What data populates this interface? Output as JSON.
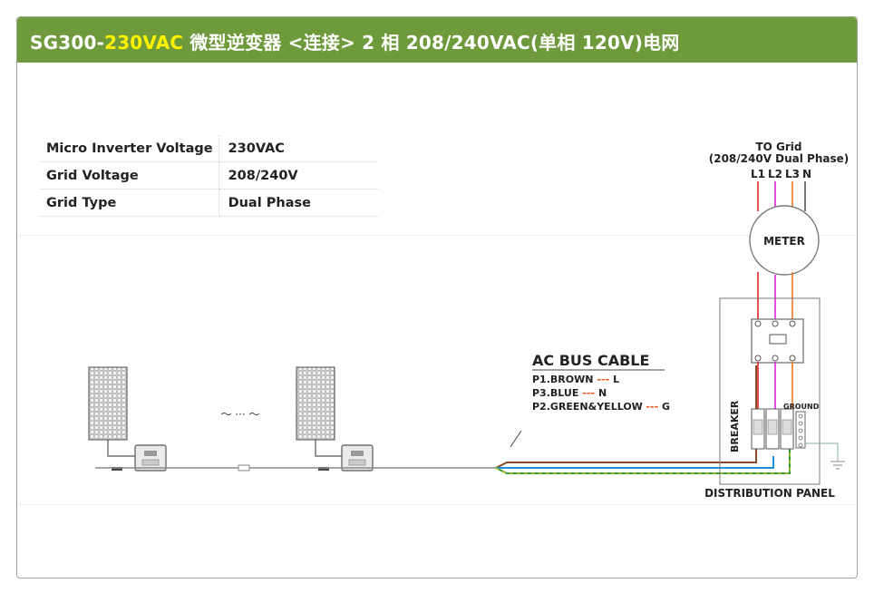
{
  "header": {
    "title_prefix": "SG300-",
    "title_highlight": "230VAC",
    "title_suffix": " 微型逆变器 <连接> 2 相 208/240VAC(单相 120V)电网"
  },
  "specs": [
    {
      "label": "Micro Inverter Voltage",
      "value": "230VAC"
    },
    {
      "label": "Grid  Voltage",
      "value": "208/240V"
    },
    {
      "label": "Grid Type",
      "value": "Dual Phase"
    }
  ],
  "grid": {
    "to_grid": "TO Grid",
    "phase_note": "(208/240V Dual Phase)",
    "lines": [
      "L1",
      "L2",
      "L3",
      "N"
    ]
  },
  "meter_label": "METER",
  "cable": {
    "title": "AC BUS CABLE",
    "rows": [
      {
        "pin": "P1.BROWN",
        "dash": "---",
        "term": "L"
      },
      {
        "pin": "P3.BLUE",
        "dash": "---",
        "term": "N"
      },
      {
        "pin": "P2.GREEN&YELLOW",
        "dash": "---",
        "term": "G"
      }
    ]
  },
  "panel": {
    "breaker": "BREAKER",
    "ground": "GROUND",
    "label": "DISTRIBUTION PANEL"
  },
  "ellipsis": "〜 ··· 〜",
  "colors": {
    "title_bg": "#6e9a3c",
    "title_highlight": "#fff200",
    "l1_red": "#e02020",
    "l2_magenta": "#e020e0",
    "l3_orange": "#f07820",
    "neutral": "#555555",
    "brown": "#8b4a2a",
    "blue": "#1e90e0",
    "green": "#2f9a2f",
    "yellow": "#e8d020",
    "dash_red": "#e85010"
  }
}
